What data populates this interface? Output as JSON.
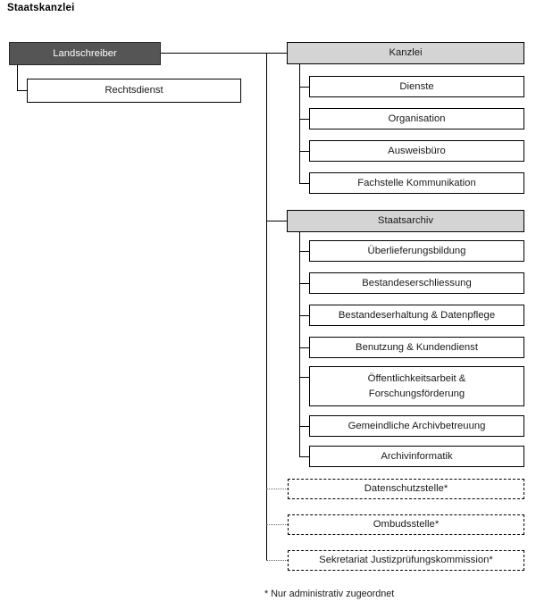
{
  "title": "Staatskanzlei",
  "colors": {
    "root_fill": "#555555",
    "root_text": "#ffffff",
    "group_fill": "#d4d4d4",
    "leaf_fill": "#ffffff",
    "line": "#000000",
    "dotted_line": "#666666",
    "background": "#ffffff"
  },
  "root": {
    "label": "Landschreiber"
  },
  "staff": {
    "label": "Rechtsdienst"
  },
  "groups": [
    {
      "label": "Kanzlei",
      "children": [
        {
          "label": "Dienste"
        },
        {
          "label": "Organisation"
        },
        {
          "label": "Ausweisbüro"
        },
        {
          "label": "Fachstelle Kommunikation"
        }
      ]
    },
    {
      "label": "Staatsarchiv",
      "children": [
        {
          "label": "Überlieferungsbildung"
        },
        {
          "label": "Bestandeserschliessung"
        },
        {
          "label": "Bestandeserhaltung & Datenpflege"
        },
        {
          "label": "Benutzung & Kundendienst"
        },
        {
          "label_line1": "Öffentlichkeitsarbeit &",
          "label_line2": "Forschungsförderung"
        },
        {
          "label": "Gemeindliche Archivbetreuung"
        },
        {
          "label": "Archivinformatik"
        }
      ]
    }
  ],
  "administrative": [
    {
      "label": "Datenschutzstelle*"
    },
    {
      "label": "Ombudsstelle*"
    },
    {
      "label": "Sekretariat Justizprüfungskommission*"
    }
  ],
  "footnote": "* Nur administrativ zugeordnet"
}
